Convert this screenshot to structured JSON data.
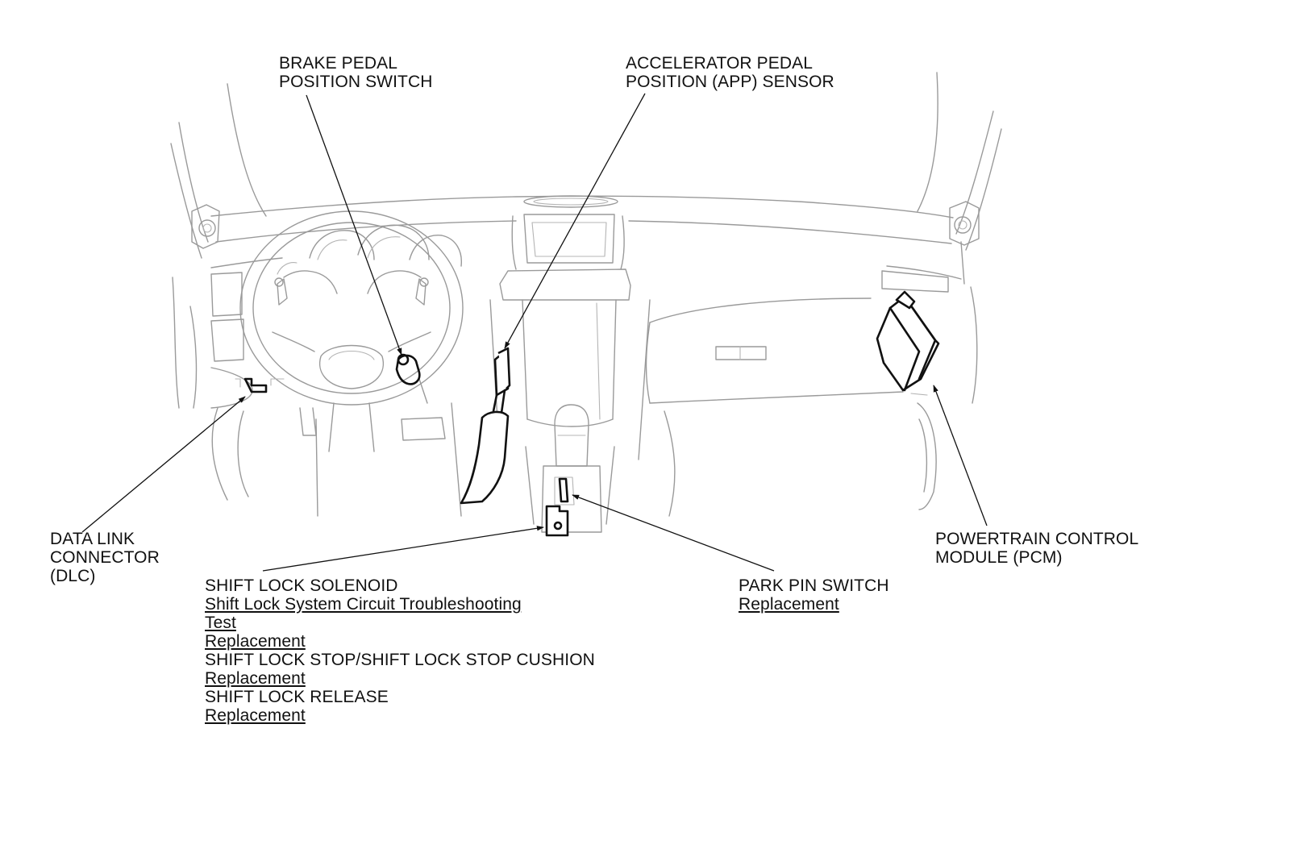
{
  "labels": {
    "brake_pedal_switch": [
      "BRAKE PEDAL",
      "POSITION SWITCH"
    ],
    "app_sensor": [
      "ACCELERATOR PEDAL",
      "POSITION (APP) SENSOR"
    ],
    "dlc": [
      "DATA LINK",
      "CONNECTOR",
      "(DLC)"
    ],
    "pcm": [
      "POWERTRAIN CONTROL",
      "MODULE (PCM)"
    ],
    "park_pin_switch": {
      "title": "PARK PIN SWITCH",
      "links": [
        "Replacement"
      ]
    },
    "shift_lock": {
      "solenoid_title": "SHIFT LOCK SOLENOID",
      "solenoid_links": [
        "Shift Lock System Circuit Troubleshooting",
        "Test",
        "Replacement"
      ],
      "stop_title": "SHIFT LOCK STOP/SHIFT LOCK STOP CUSHION",
      "stop_links": [
        "Replacement"
      ],
      "release_title": "SHIFT LOCK RELEASE",
      "release_links": [
        "Replacement"
      ]
    }
  }
}
